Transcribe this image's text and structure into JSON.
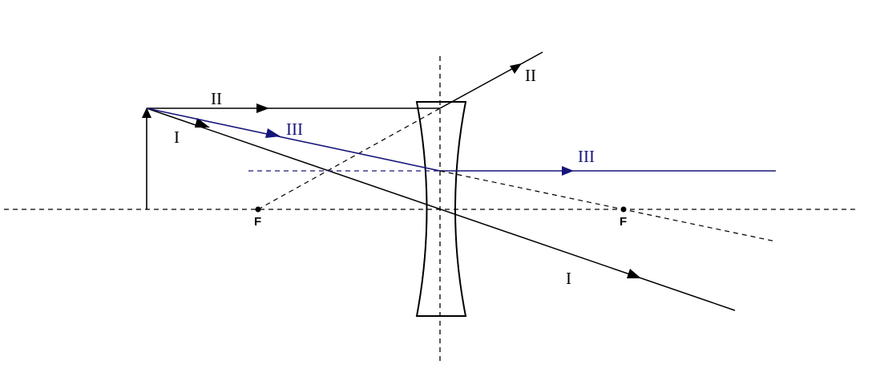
{
  "title": "Ray diagram for a diverging (concave) lens",
  "colors": {
    "ray": "#000000",
    "ray_iii": "#16167a",
    "background": "#ffffff"
  },
  "labels": {
    "ray_ii_incident": "II",
    "ray_i_incident": "I",
    "ray_iii_incident": "III",
    "ray_ii_refracted": "II",
    "ray_iii_refracted": "III",
    "ray_i_refracted": "I",
    "focal_left": "F",
    "focal_right": "F"
  }
}
